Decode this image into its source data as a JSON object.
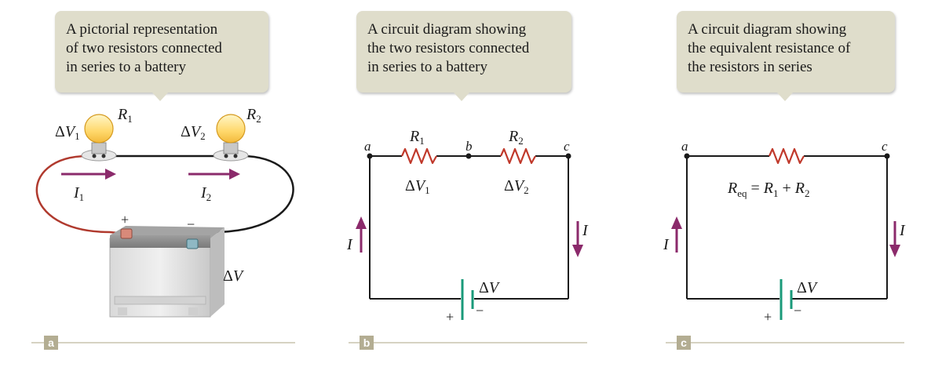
{
  "panels": [
    {
      "letter": "a",
      "caption": [
        "A pictorial representation",
        "of two resistors connected",
        "in series to a battery"
      ]
    },
    {
      "letter": "b",
      "caption": [
        "A circuit diagram showing",
        "the two resistors connected",
        "in series to a battery"
      ]
    },
    {
      "letter": "c",
      "caption": [
        "A circuit diagram showing",
        "the equivalent resistance of",
        "the resistors in series"
      ]
    }
  ],
  "labels": {
    "delta": "Δ",
    "V": "V",
    "R": "R",
    "I": "I",
    "sub1": "1",
    "sub2": "2",
    "sub_eq": "eq",
    "eq_sign": " = ",
    "plus_sign": " + ",
    "node_a": "a",
    "node_b": "b",
    "node_c": "c",
    "plus": "+",
    "minus": "−"
  },
  "colors": {
    "caption_bg": "#dfddcb",
    "resistor": "#c0392b",
    "current_arrow": "#8b2a6b",
    "battery": "#1a9a7a",
    "wire_red": "#b03a2e",
    "panel_letter_bg": "#b3ad92",
    "rule": "#c8c4ad"
  }
}
